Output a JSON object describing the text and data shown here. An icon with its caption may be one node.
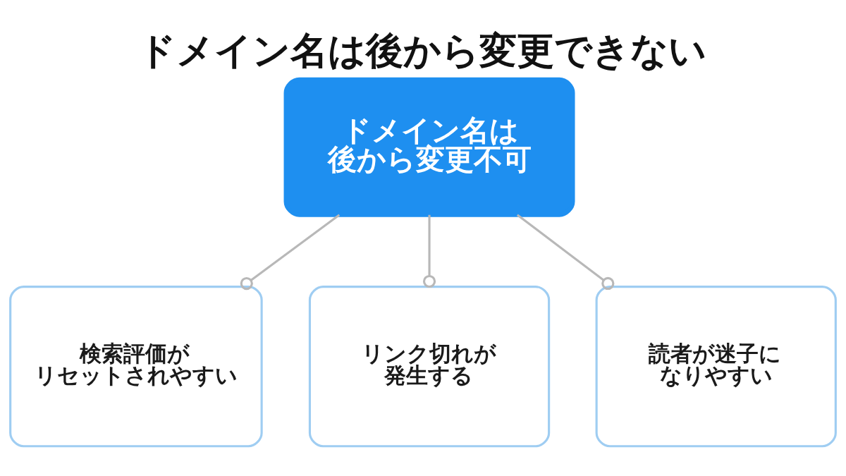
{
  "diagram": {
    "title": "ドメイン名は後から変更できない",
    "nodes": [
      {
        "text": [
          "ドメイン名は後から変更不可"
        ]
      },
      {
        "text": [
          "検索評価がリセットされやすい"
        ]
      },
      {
        "text": [
          "リンク切れが発生する"
        ]
      },
      {
        "text": [
          "読者が迷子になりやすい"
        ]
      }
    ],
    "edges": [
      {
        "from": 0,
        "to": 1,
        "arrow": "other"
      },
      {
        "from": 0,
        "to": 2,
        "arrow": "other"
      },
      {
        "from": 0,
        "to": 3,
        "arrow": "other"
      }
    ]
  }
}
